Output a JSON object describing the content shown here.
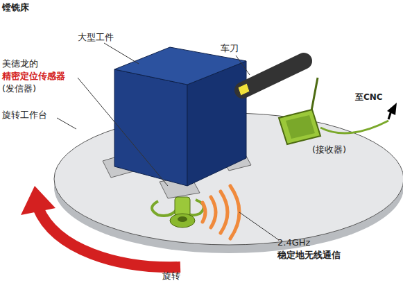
{
  "diagram": {
    "title": "镗铣床",
    "labels": [
      "大型工件",
      "美德龙的",
      "精密定位传感器",
      "(发信器)",
      "旋转工作台",
      "车刀",
      "至CNC",
      "(接收器)",
      "2.4GHz",
      "稳定地无线通信",
      "旋转"
    ]
  }
}
